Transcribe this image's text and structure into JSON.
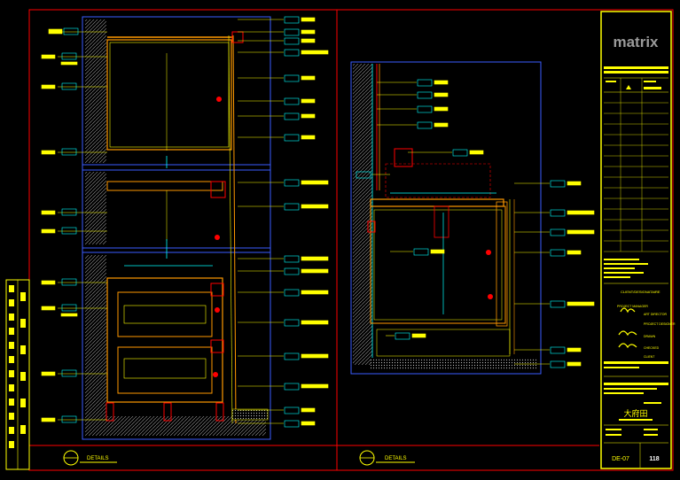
{
  "title_block": {
    "brand": "matrix",
    "sheet_no": "DE-07",
    "page_no": "118",
    "details_left": "DETAILS",
    "details_right": "DETAILS",
    "client_cn": "大府田",
    "row_labels": [
      "CLIENT/DESIGNATAIRE",
      "PROJECT MANAGER",
      "ART DIRECTOR",
      "PROJECT DESIGNER",
      "DRAWN",
      "CHECKED",
      "CLIENT"
    ]
  },
  "colors": {
    "bg": "#000000",
    "frame": "#ff0000",
    "yellow": "#ffff00",
    "blue": "#3a5cff",
    "cyan": "#00ffff",
    "orange": "#ff9900",
    "white": "#ffffff",
    "magenta": "#ff00ff"
  }
}
